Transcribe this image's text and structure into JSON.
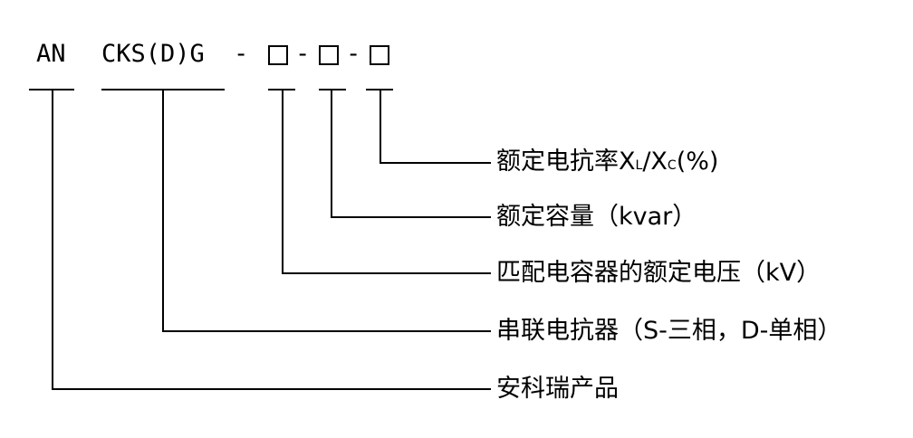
{
  "code": {
    "prefix": "AN",
    "model": "CKS(D)G",
    "dash1": "-",
    "dash2": "-",
    "dash3": "-"
  },
  "labels": {
    "rate": {
      "text": "额定电抗率X",
      "sub1": "L",
      "mid": "/X",
      "sub2": "C",
      "tail": "(%)"
    },
    "capacity": "额定容量（kvar）",
    "voltage": "匹配电容器的额定电压（kV）",
    "reactor": "串联电抗器（S-三相，D-单相）",
    "product": "安科瑞产品"
  },
  "colors": {
    "line": "#000000",
    "background": "#ffffff"
  }
}
